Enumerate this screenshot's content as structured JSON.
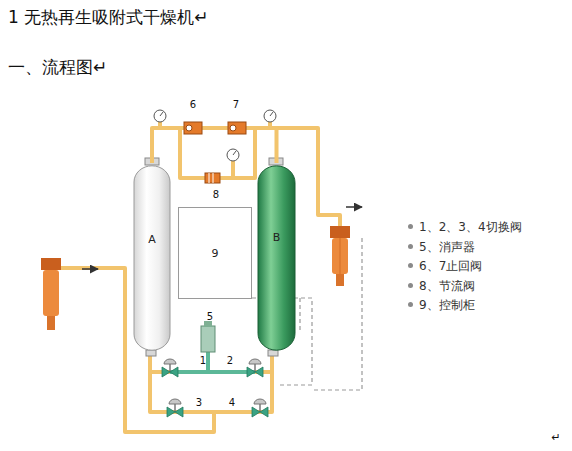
{
  "diagram": {
    "title": "1 无热再生吸附式干燥机↵",
    "nodes": [
      {
        "text": [
          "A"
        ]
      },
      {
        "text": [
          "9"
        ]
      },
      {
        "text": [
          "B"
        ]
      }
    ],
    "edges": [
      {
        "from": 0,
        "to": 2,
        "arrow": "none"
      }
    ],
    "labels": [
      "一、流程图↵",
      "6",
      "7",
      "8",
      "5",
      "1",
      "2",
      "3",
      "4",
      "↵"
    ],
    "legend": [
      {
        "text": "1、2、3、4切换阀"
      },
      {
        "text": "5、消声器"
      },
      {
        "text": "6、7止回阀"
      },
      {
        "text": "8、节流阀"
      },
      {
        "text": "9、控制柜"
      }
    ]
  }
}
